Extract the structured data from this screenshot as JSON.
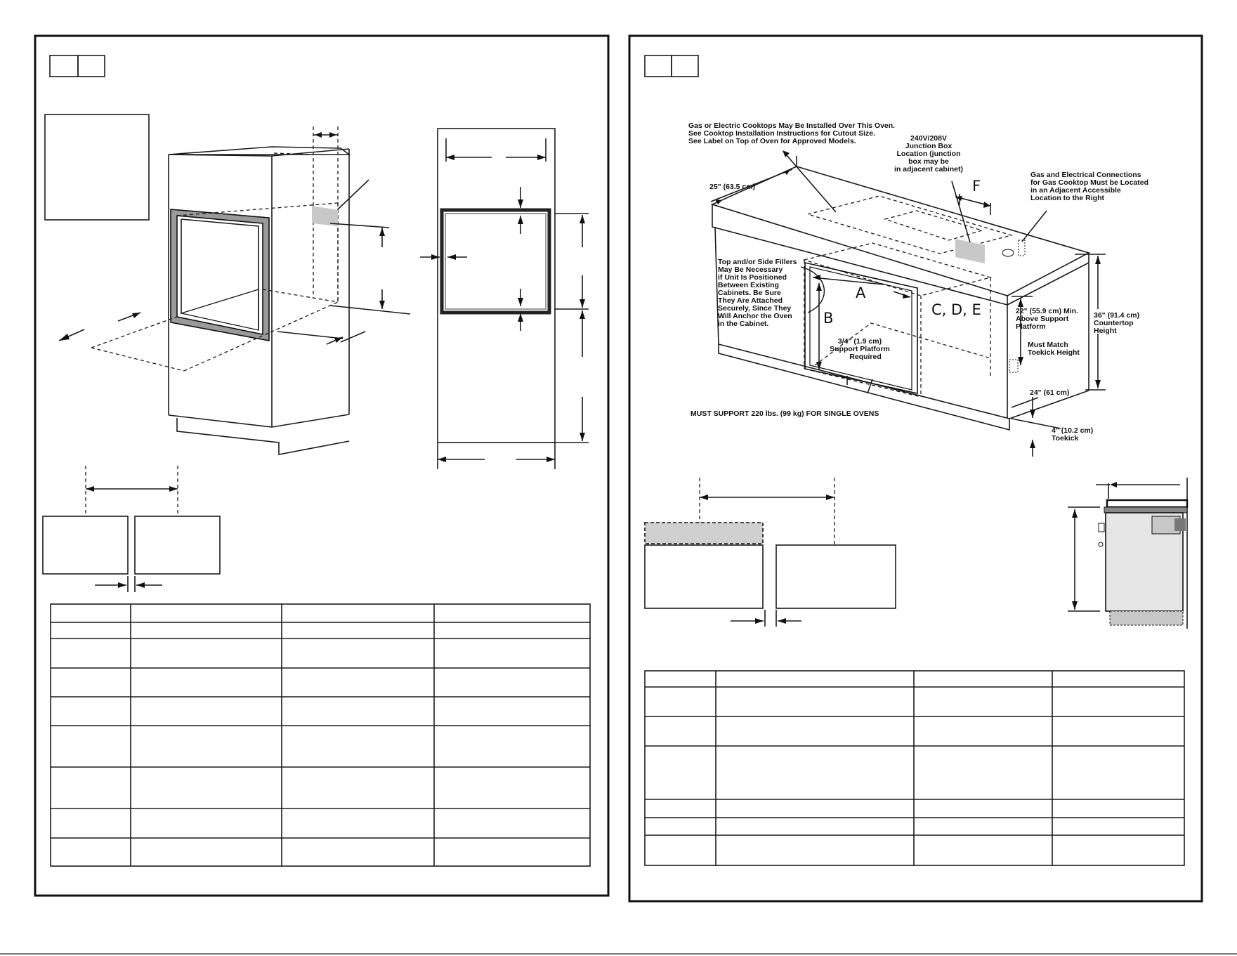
{
  "labels": {
    "cooktop_note": [
      "Gas or Electric Cooktops May Be Installed Over This Oven.",
      "See Cooktop Installation Instructions for Cutout Size.",
      "See Label on Top of Oven for Approved Models."
    ],
    "junction_box": [
      "240V/208V",
      "Junction Box",
      "Location (junction",
      "box may be",
      "in adjacent cabinet)"
    ],
    "gas_electric": [
      "Gas and Electrical Connections",
      "for Gas Cooktop Must be Located",
      "in an Adjacent Accessible",
      "Location to the Right"
    ],
    "depth_25": "25\" (63.5 cm)",
    "fillers": [
      "Top and/or Side Fillers",
      "May Be Necessary",
      "if Unit Is Positioned",
      "Between Existing",
      "Cabinets. Be Sure",
      "They Are Attached",
      "Securely, Since They",
      "Will Anchor the Oven",
      "in the Cabinet."
    ],
    "letter_a": "A",
    "letter_b": "B",
    "letter_cde": "C, D, E",
    "letter_f": "F",
    "support_platform": [
      "3/4\" (1.9 cm)",
      "Support Platform",
      "Required"
    ],
    "above_platform": [
      "22\" (55.9 cm) Min.",
      "Above Support",
      "Platform"
    ],
    "countertop": [
      "36\" (91.4 cm)",
      "Countertop",
      "Height"
    ],
    "toekick_match": [
      "Must Match",
      "Toekick Height"
    ],
    "depth_24": "24\" (61 cm)",
    "toekick": [
      "4\" (10.2 cm)",
      "Toekick"
    ],
    "must_support": "MUST SUPPORT 220 lbs. (99 kg) FOR SINGLE OVENS"
  }
}
